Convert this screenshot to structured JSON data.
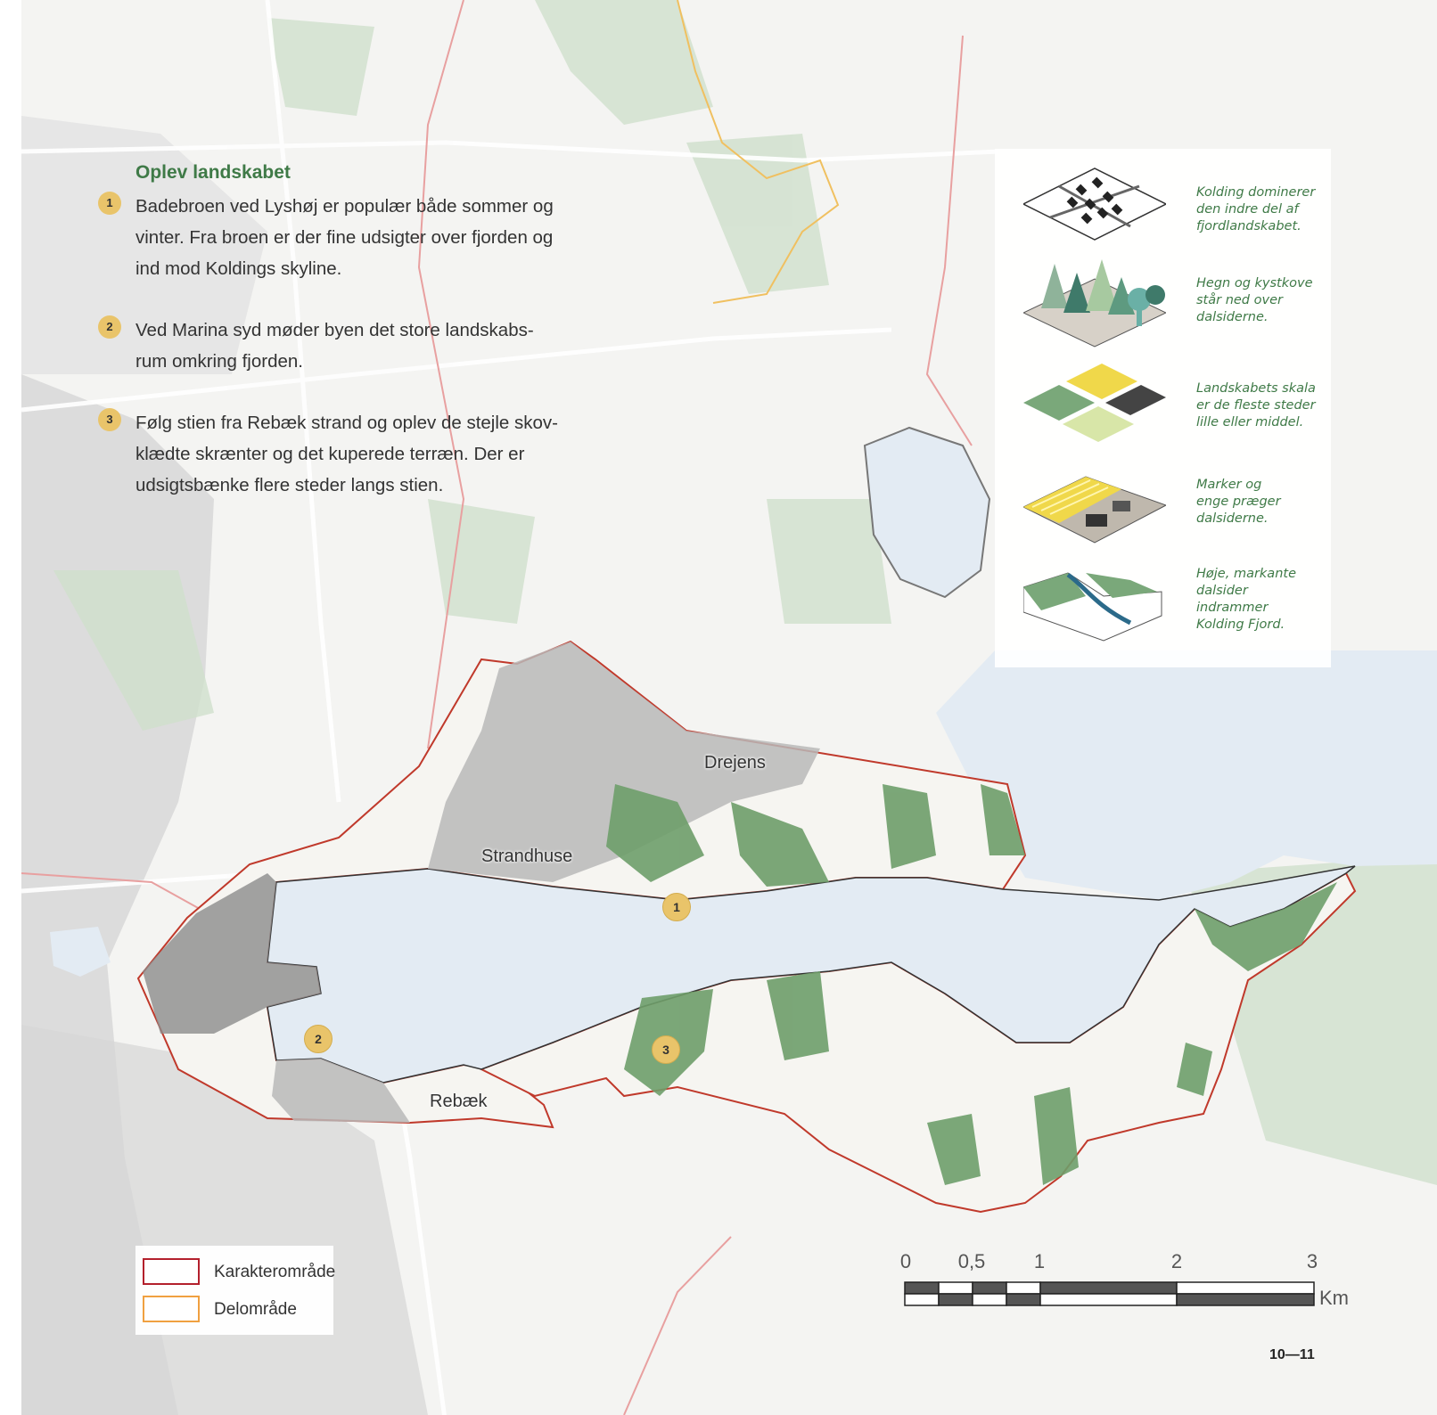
{
  "intro": {
    "title": "Oplev landskabet",
    "items": [
      {
        "number": "1",
        "text": "Badebroen ved Lyshøj er populær både sommer og\nvinter. Fra broen er der fine udsigter over fjorden og\nind mod Koldings skyline."
      },
      {
        "number": "2",
        "text": "Ved Marina syd møder byen det store landskabs-\nrum omkring fjorden."
      },
      {
        "number": "3",
        "text": "Følg stien fra Rebæk strand og oplev de stejle skov-\nklædte skrænter og det kuperede terræn. Der er\nudsigtsbænke flere steder langs stien."
      }
    ]
  },
  "characteristics": [
    {
      "icon": "city-grid-icon",
      "text": "Kolding dominerer\nden indre del af\nfjordlandskabet."
    },
    {
      "icon": "forest-icon",
      "text": "Hegn og kystkove\nstår ned over\ndalsiderne."
    },
    {
      "icon": "field-scale-icon",
      "text": "Landskabets skala\ner de fleste steder\nlille eller middel."
    },
    {
      "icon": "pasture-animals-icon",
      "text": "Marker og\nenge præger\ndalsiderne."
    },
    {
      "icon": "valley-river-icon",
      "text": "Høje, markante\ndalsider\nindrammer\nKolding Fjord."
    }
  ],
  "map_labels": {
    "drejens": "Drejens",
    "strandhuse": "Strandhuse",
    "rebaek": "Rebæk"
  },
  "markers": [
    "1",
    "2",
    "3"
  ],
  "legend": {
    "items": [
      {
        "label": "Karakterområde",
        "color": "#b3202c"
      },
      {
        "label": "Delområde",
        "color": "#f0a040"
      }
    ]
  },
  "scale_bar": {
    "labels": [
      "0",
      "0,5",
      "1",
      "2",
      "3"
    ],
    "unit": "Km"
  },
  "page_number": "10—11",
  "colors": {
    "water": "#e3ebf3",
    "forest": "#6e9e6a",
    "urban": "#a9a9a9",
    "boundary": "#c0392b",
    "accent_text": "#3f7a47",
    "marker": "#e9c46a"
  }
}
